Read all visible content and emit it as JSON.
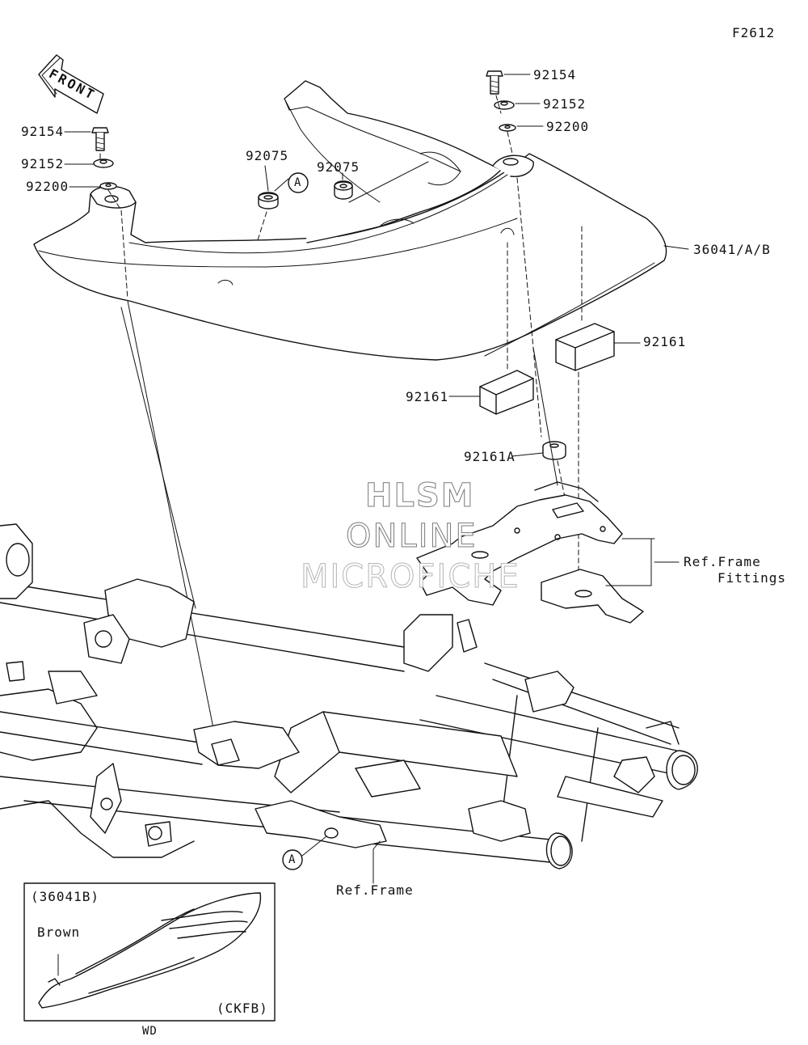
{
  "figure_code": "F2612",
  "front_label": "FRONT",
  "parts": {
    "bolt_left": "92154",
    "washer_left": "92152",
    "spacer_left": "92200",
    "bolt_right": "92154",
    "washer_right": "92152",
    "spacer_right": "92200",
    "grommet_a": "92075",
    "grommet_b": "92075",
    "seat_cover": "36041/A/B",
    "pad_right": "92161",
    "pad_left": "92161",
    "damper": "92161A"
  },
  "callouts": {
    "top": "A",
    "bottom": "A"
  },
  "references": {
    "frame_fittings_line1": "Ref.Frame",
    "frame_fittings_line2": "Fittings",
    "frame": "Ref.Frame"
  },
  "watermark": {
    "line1": "HLSM",
    "line2": "ONLINE",
    "line3": "MICROFICHE"
  },
  "inset": {
    "part": "(36041B)",
    "color_note": "Brown",
    "variant": "(CKFB)",
    "region": "WD"
  }
}
